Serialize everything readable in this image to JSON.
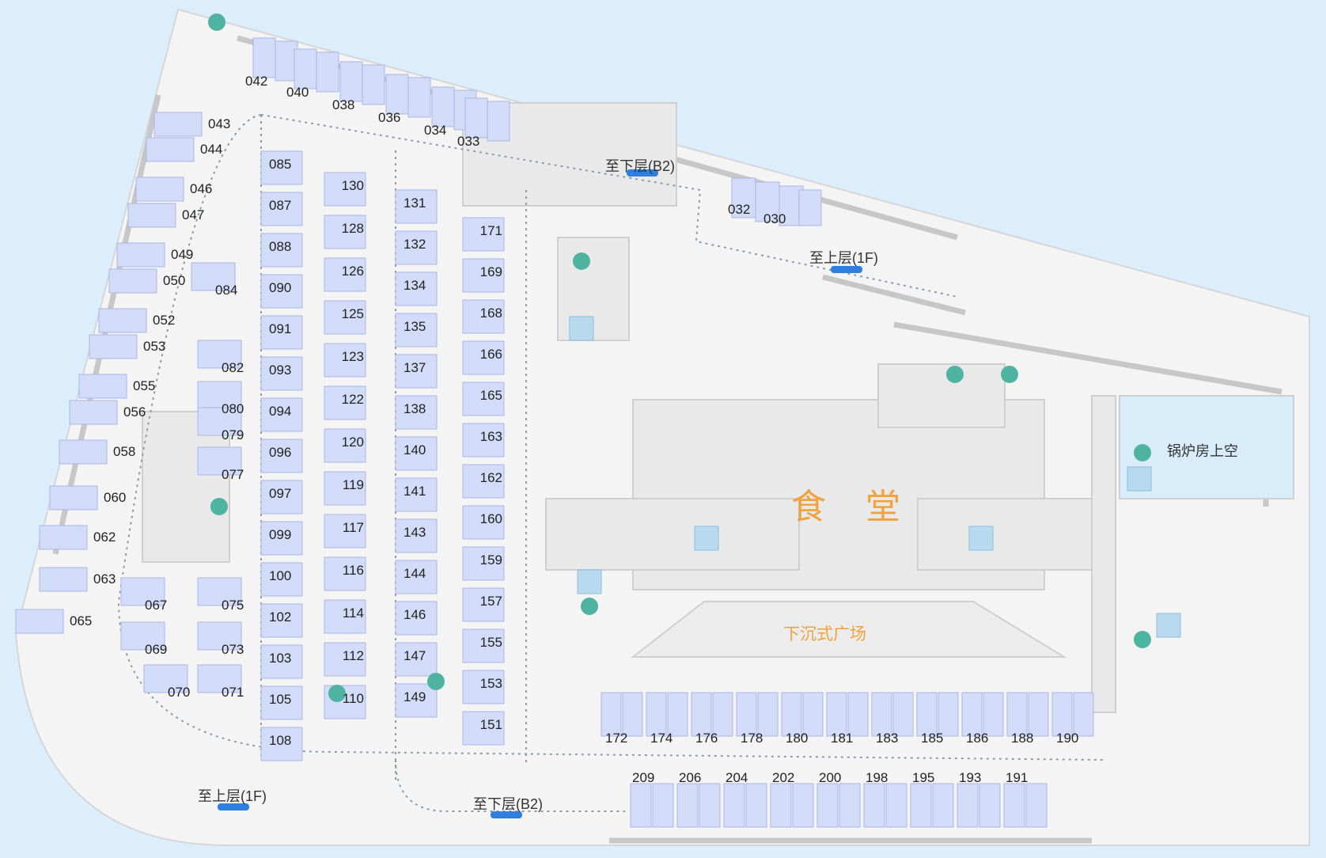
{
  "spaces": {
    "left_wall": [
      "042",
      "040",
      "038",
      "036",
      "034",
      "033",
      "043",
      "044",
      "046",
      "047",
      "049",
      "050",
      "052",
      "053",
      "055",
      "056",
      "058",
      "060",
      "062",
      "063",
      "065"
    ],
    "left_block": [
      "084",
      "082",
      "080",
      "079",
      "077",
      "067",
      "075",
      "069",
      "073",
      "070",
      "071"
    ],
    "column_a": [
      "085",
      "087",
      "088",
      "090",
      "091",
      "093",
      "094",
      "096",
      "097",
      "099",
      "100",
      "102",
      "103",
      "105",
      "108"
    ],
    "column_b": [
      "130",
      "128",
      "126",
      "125",
      "123",
      "122",
      "120",
      "119",
      "117",
      "116",
      "114",
      "112",
      "110"
    ],
    "column_c": [
      "131",
      "132",
      "134",
      "135",
      "137",
      "138",
      "140",
      "141",
      "143",
      "144",
      "146",
      "147",
      "149"
    ],
    "column_d": [
      "171",
      "169",
      "168",
      "166",
      "165",
      "163",
      "162",
      "160",
      "159",
      "157",
      "155",
      "153",
      "151"
    ],
    "top_right": [
      "032",
      "030"
    ],
    "bottom_row_upper": [
      "172",
      "174",
      "176",
      "178",
      "180",
      "181",
      "183",
      "185",
      "186",
      "188",
      "190"
    ],
    "bottom_row_lower": [
      "209",
      "206",
      "204",
      "202",
      "200",
      "198",
      "195",
      "193",
      "191"
    ]
  },
  "ramps": {
    "top_down": "至下层(B2)",
    "top_up": "至上层(1F)",
    "bottom_up": "至上层(1F)",
    "bottom_down": "至下层(B2)"
  },
  "areas": {
    "canteen": "食 堂",
    "plaza": "下沉式广场",
    "boiler": "锅炉房上空"
  },
  "icons": {
    "stairs": "stairs-icon",
    "restroom": "restroom-icon",
    "elevator": "elevator-icon",
    "ramp": "ramp-icon",
    "arrow": "direction-arrow-icon"
  },
  "colors": {
    "background": "#dceefb",
    "floor": "#f4f4f4",
    "parking_space": "#d2dcf8",
    "wall": "#c7c7c7",
    "icon": "#4fb3a2",
    "area_label": "#f2a23a",
    "ramp_marker": "#2f7fe0",
    "boiler_room": "#d8ecfa"
  }
}
